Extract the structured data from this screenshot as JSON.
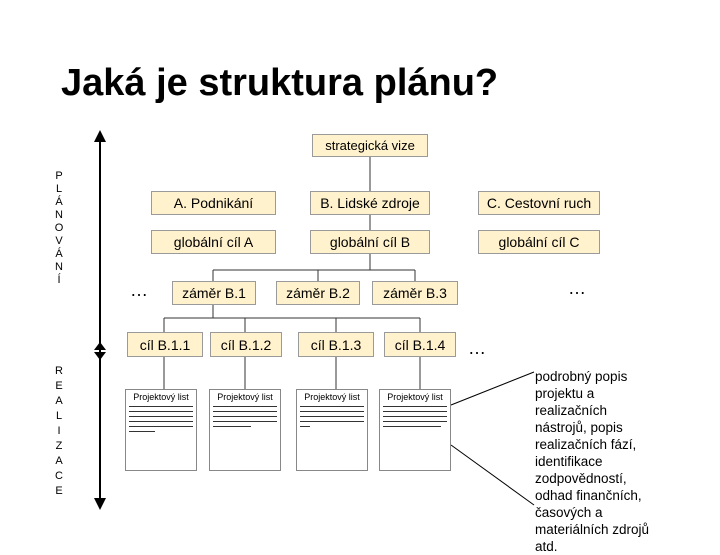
{
  "title": "Jaká je struktura plánu?",
  "vision": "strategická vize",
  "planning_label": [
    "P",
    "L",
    "Á",
    "N",
    "O",
    "V",
    "Á",
    "N",
    "Í"
  ],
  "realization_label": [
    "R",
    "E",
    "A",
    "L",
    "I",
    "Z",
    "A",
    "C",
    "E"
  ],
  "areas": [
    "A. Podnikání",
    "B. Lidské zdroje",
    "C. Cestovní ruch"
  ],
  "goals": [
    "globální cíl A",
    "globální cíl B",
    "globální cíl C"
  ],
  "intents": [
    "záměr B.1",
    "záměr B.2",
    "záměr B.3"
  ],
  "targets": [
    "cíl B.1.1",
    "cíl B.1.2",
    "cíl B.1.3",
    "cíl B.1.4"
  ],
  "project_sheet_label": "Projektový list",
  "ellipsis": "…",
  "description": "podrobný popis projektu a realizačních nástrojů, popis realizačních fází, identifikace zodpovědností, odhad finančních, časových a materiálních zdrojů atd.",
  "colors": {
    "box_fill": "#fff2cc",
    "box_border": "#9a9a9a"
  }
}
